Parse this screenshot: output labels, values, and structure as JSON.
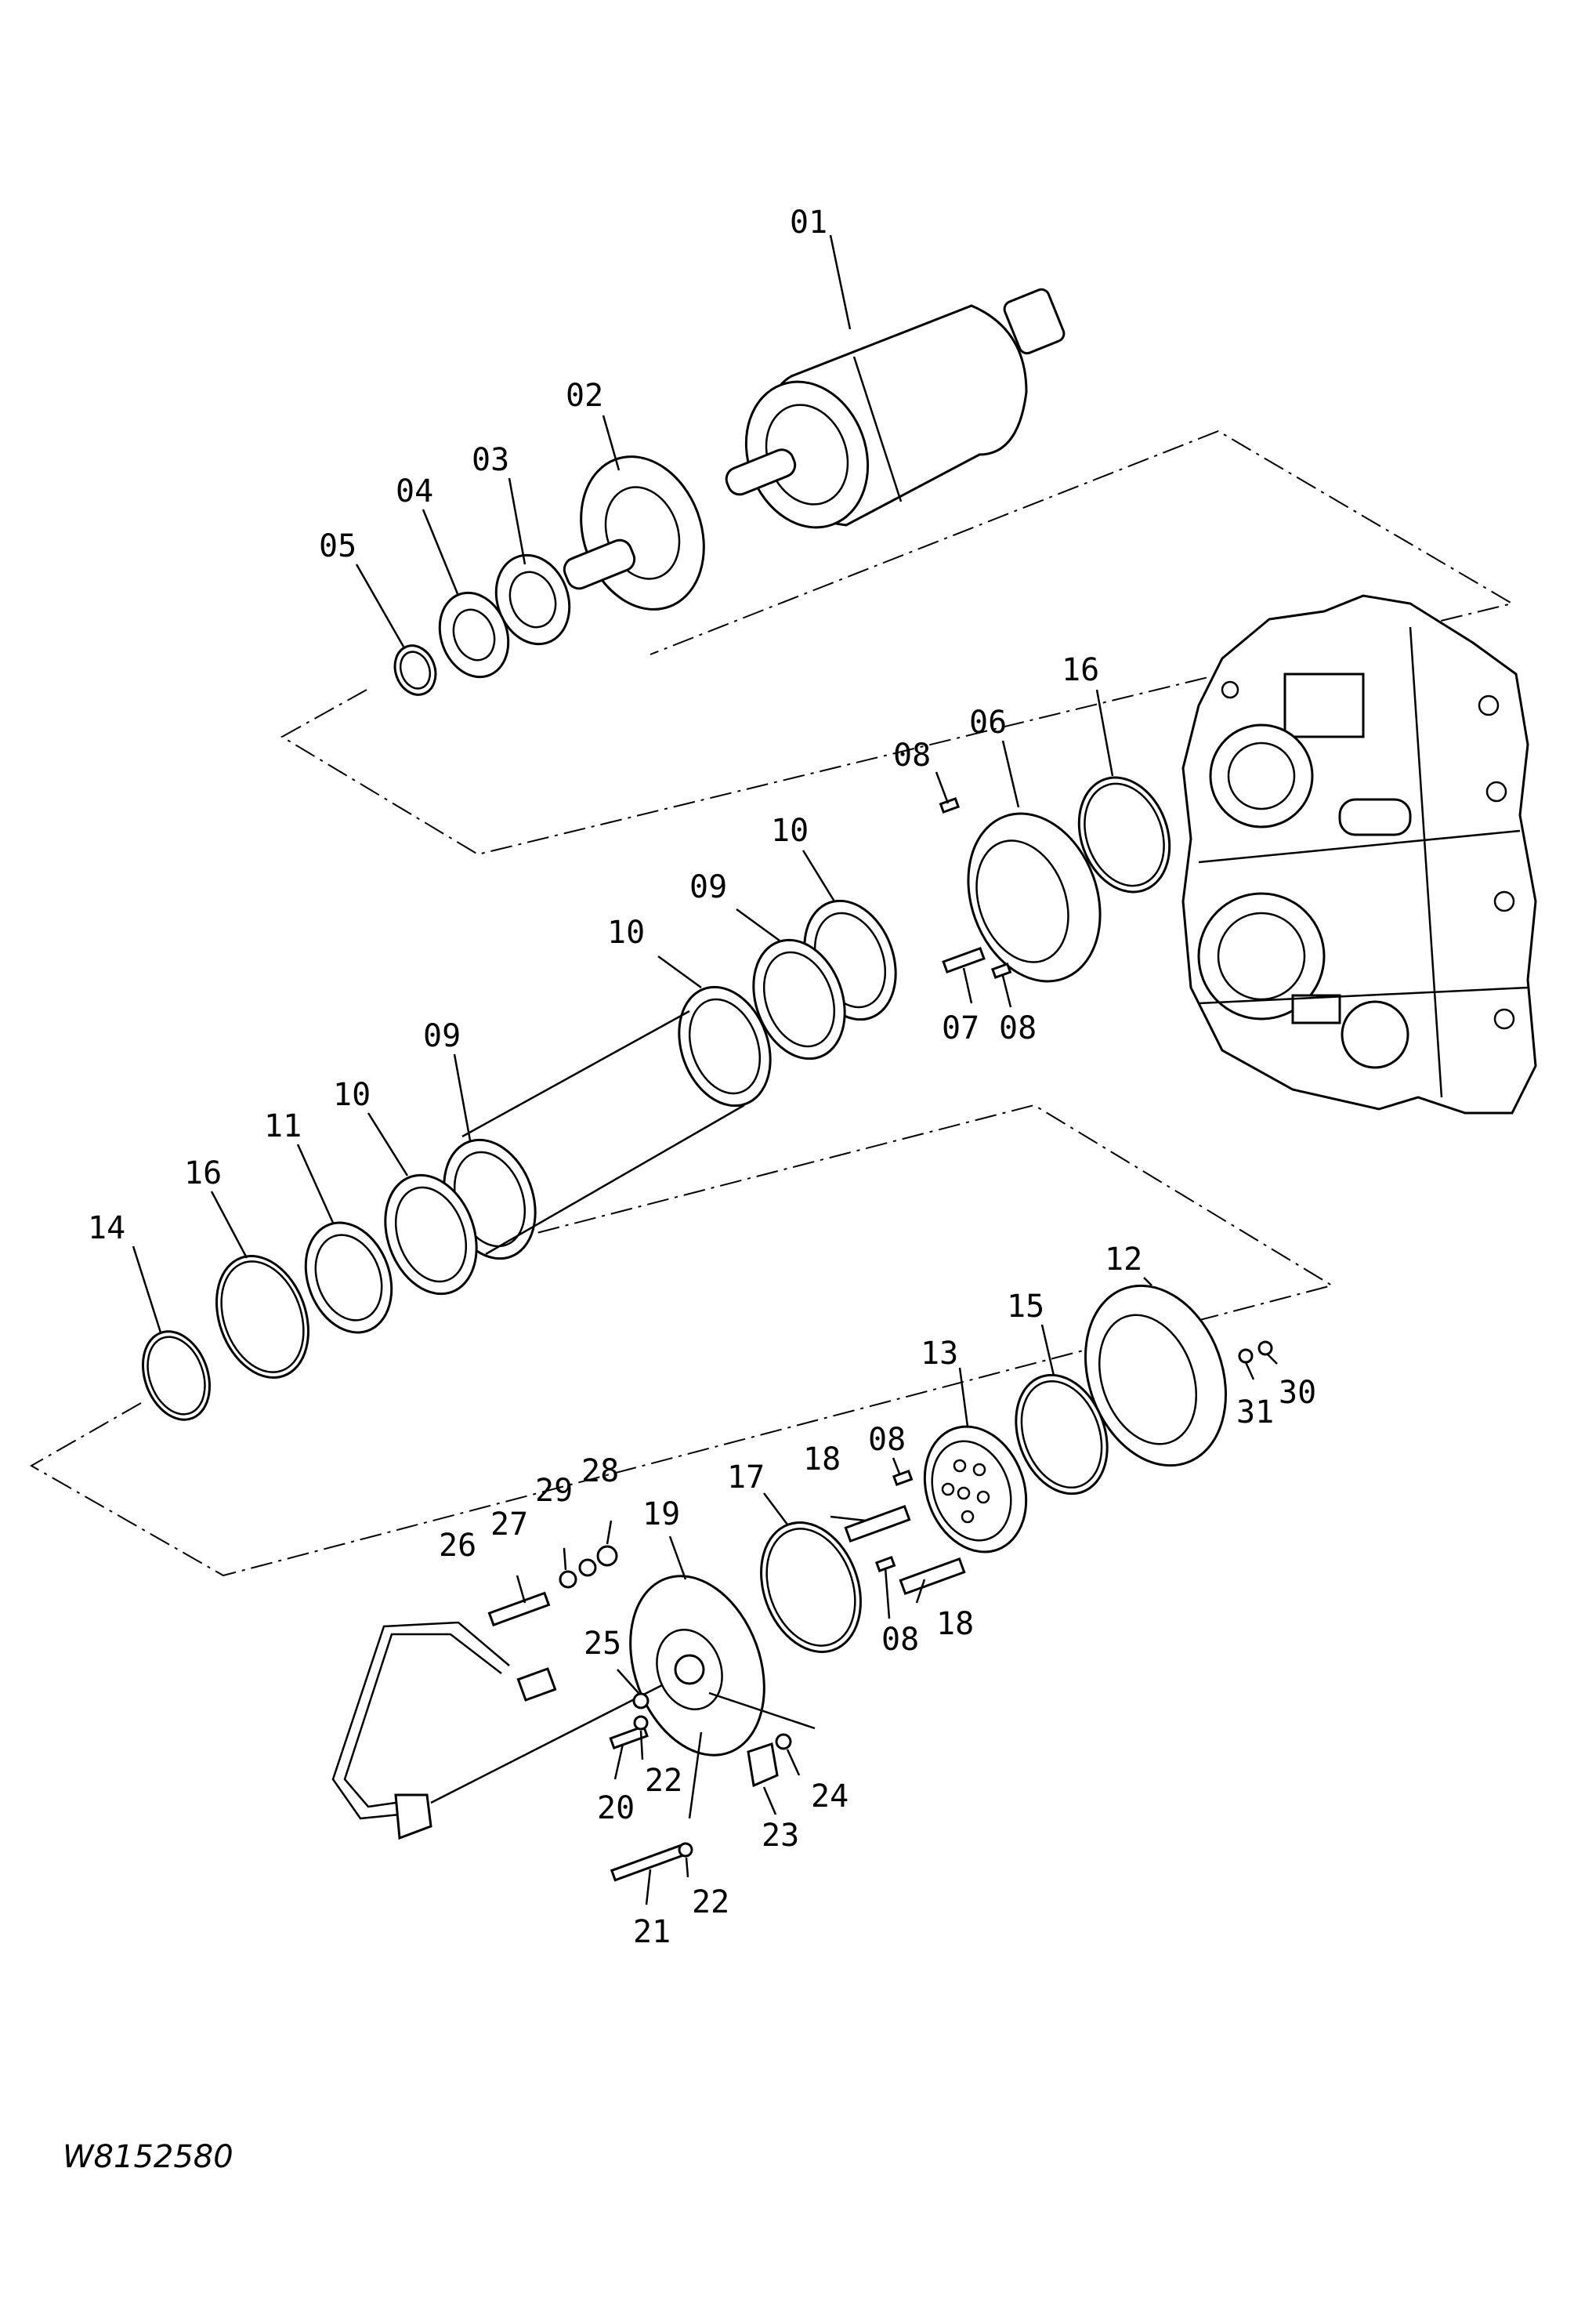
{
  "drawing_code": "W8152580",
  "callouts": [
    "01",
    "02",
    "03",
    "04",
    "05",
    "06",
    "07",
    "08",
    "09",
    "10",
    "11",
    "12",
    "13",
    "14",
    "15",
    "16",
    "17",
    "18",
    "19",
    "20",
    "21",
    "22",
    "23",
    "24",
    "25",
    "26",
    "27",
    "28",
    "29",
    "30",
    "31"
  ]
}
